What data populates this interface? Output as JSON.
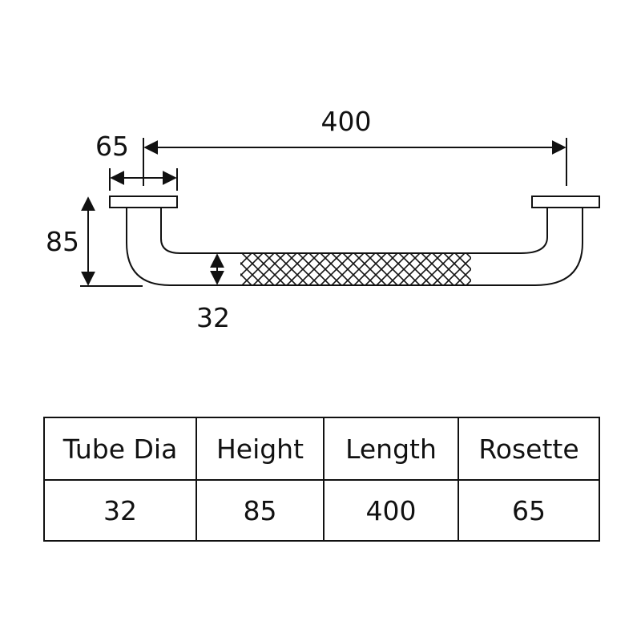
{
  "dimensions": {
    "length": "400",
    "rosette": "65",
    "height": "85",
    "tube_dia": "32"
  },
  "table": {
    "headers": [
      "Tube Dia",
      "Height",
      "Length",
      "Rosette"
    ],
    "values": [
      "32",
      "85",
      "400",
      "65"
    ]
  }
}
